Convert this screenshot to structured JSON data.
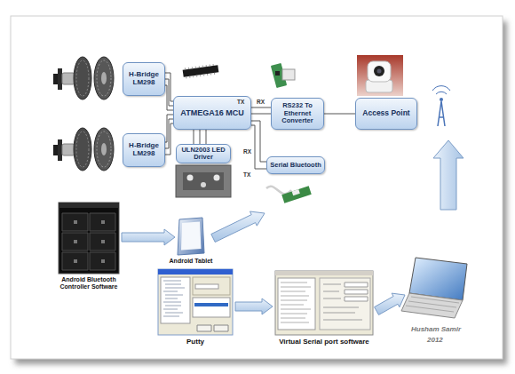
{
  "diagram": {
    "nodes": [
      {
        "text": [
          "H-Bridge LM298"
        ]
      },
      {
        "text": [
          "ATMEGA16 MCU"
        ]
      },
      {
        "text": [
          "RS232 To Ethernet Converter"
        ]
      },
      {
        "text": [
          "Access Point"
        ]
      },
      {
        "text": [
          "H-Bridge LM298"
        ]
      },
      {
        "text": [
          "ULN2003 LED Driver"
        ]
      },
      {
        "text": [
          "Serial Bluetooth"
        ]
      },
      {
        "text": [
          "Android Bluetooth Controller Software"
        ]
      },
      {
        "text": [
          "Android Tablet"
        ]
      },
      {
        "text": [
          "Putty"
        ]
      },
      {
        "text": [
          "Virtual Serial port software"
        ]
      }
    ],
    "edges": [
      {
        "from": 0,
        "to": 1,
        "arrow": "none"
      },
      {
        "from": 4,
        "to": 1,
        "arrow": "none"
      },
      {
        "from": 1,
        "to": 5,
        "arrow": "none"
      },
      {
        "from": 1,
        "to": 2,
        "arrow": "none"
      },
      {
        "from": 2,
        "to": 3,
        "arrow": "none"
      },
      {
        "from": 1,
        "to": 6,
        "arrow": "none"
      },
      {
        "from": 7,
        "to": 8,
        "arrow": "to"
      },
      {
        "from": 9,
        "to": 10,
        "arrow": "to"
      }
    ],
    "labels": [
      "TX",
      "RX",
      "RX",
      "TX",
      "Husham Samir",
      "2012"
    ]
  }
}
